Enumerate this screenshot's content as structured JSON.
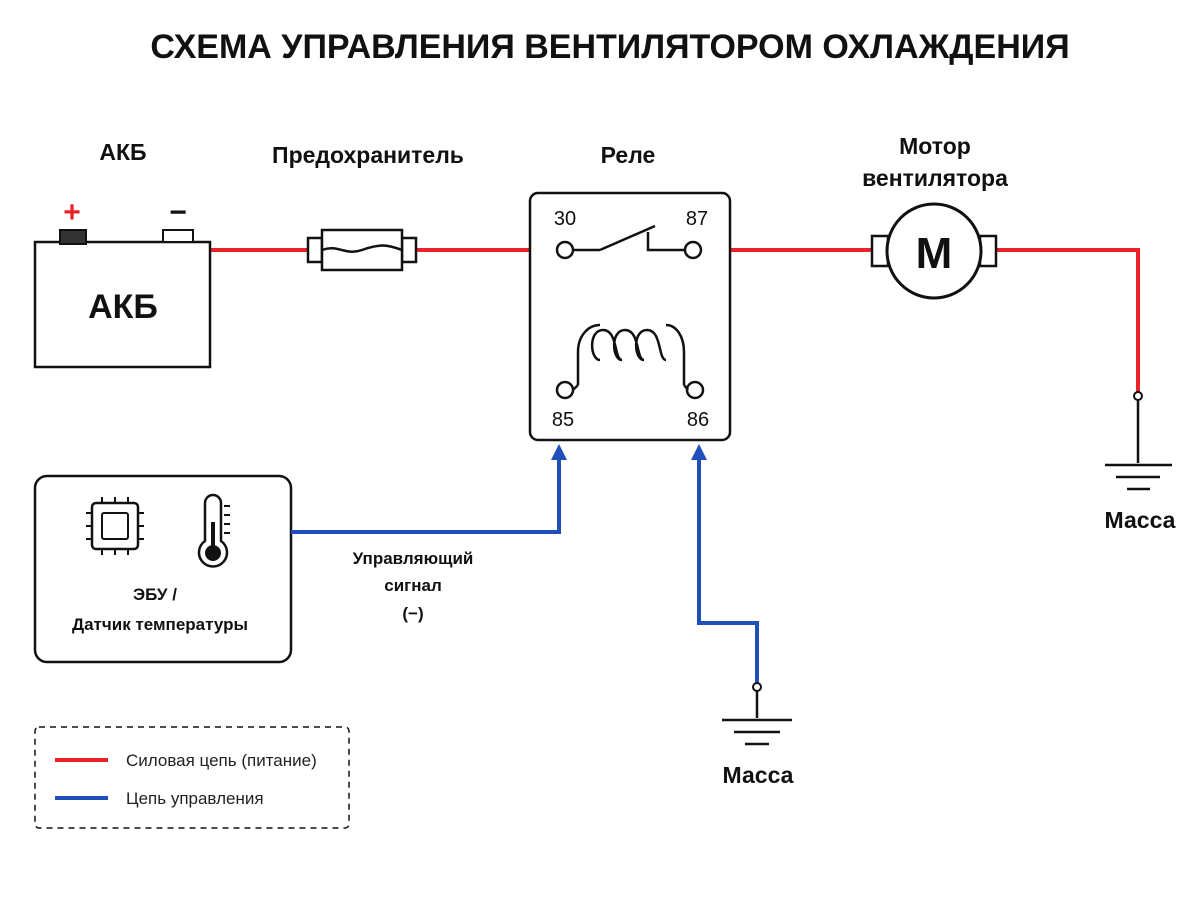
{
  "title": "СХЕМА УПРАВЛЕНИЯ ВЕНТИЛЯТОРОМ ОХЛАЖДЕНИЯ",
  "colors": {
    "power": "#e8232a",
    "control": "#1f4fb8",
    "stroke": "#111111"
  },
  "battery": {
    "label": "АКБ",
    "body_text": "АКБ",
    "plus": "+",
    "minus": "−"
  },
  "fuse": {
    "label": "Предохранитель"
  },
  "relay": {
    "label": "Реле",
    "pin30": "30",
    "pin87": "87",
    "pin85": "85",
    "pin86": "86"
  },
  "motor": {
    "label_line1": "Мотор",
    "label_line2": "вентилятора",
    "symbol": "M"
  },
  "ecu": {
    "label_line1": "ЭБУ /",
    "label_line2": "Датчик температуры",
    "icons": [
      "chip-icon",
      "thermometer-icon"
    ]
  },
  "signal": {
    "line1": "Управляющий",
    "line2": "сигнал",
    "line3": "(−)"
  },
  "ground_right": {
    "label": "Масса"
  },
  "ground_bottom": {
    "label": "Масса"
  },
  "legend": {
    "power_label": "Силовая цепь (питание)",
    "control_label": "Цепь управления"
  }
}
